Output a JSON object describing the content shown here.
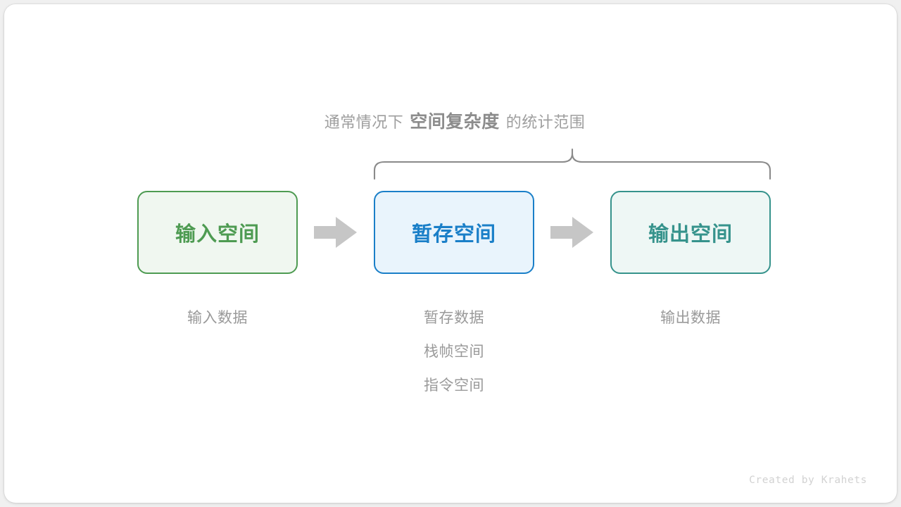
{
  "canvas": {
    "background": "#f0f0f0",
    "card_background": "#ffffff"
  },
  "caption": {
    "prefix": "通常情况下",
    "emphasis": "空间复杂度",
    "suffix": "的统计范围",
    "color": "#9a9a9a"
  },
  "brace": {
    "name": "curly-brace",
    "color": "#8a8a8a",
    "spans_boxes": [
      "暂存空间",
      "输出空间"
    ]
  },
  "boxes": [
    {
      "id": "input",
      "title": "输入空间",
      "fill": "#f0f7f0",
      "border": "#4e9b52",
      "text_color": "#4e9b52"
    },
    {
      "id": "temp",
      "title": "暂存空间",
      "fill": "#e9f4fc",
      "border": "#1a7fc8",
      "text_color": "#1a7fc8"
    },
    {
      "id": "output",
      "title": "输出空间",
      "fill": "#eef7f5",
      "border": "#36938c",
      "text_color": "#36938c"
    }
  ],
  "arrows": [
    {
      "id": "arrow-1",
      "from": "input",
      "to": "temp",
      "color": "#c6c6c6"
    },
    {
      "id": "arrow-2",
      "from": "temp",
      "to": "output",
      "color": "#c6c6c6"
    }
  ],
  "labels": {
    "input": [
      "输入数据"
    ],
    "temp": [
      "暂存数据",
      "栈帧空间",
      "指令空间"
    ],
    "output": [
      "输出数据"
    ],
    "color": "#9a9a9a"
  },
  "watermark": {
    "text": "Created by Krahets",
    "color": "#d2d2d2"
  }
}
